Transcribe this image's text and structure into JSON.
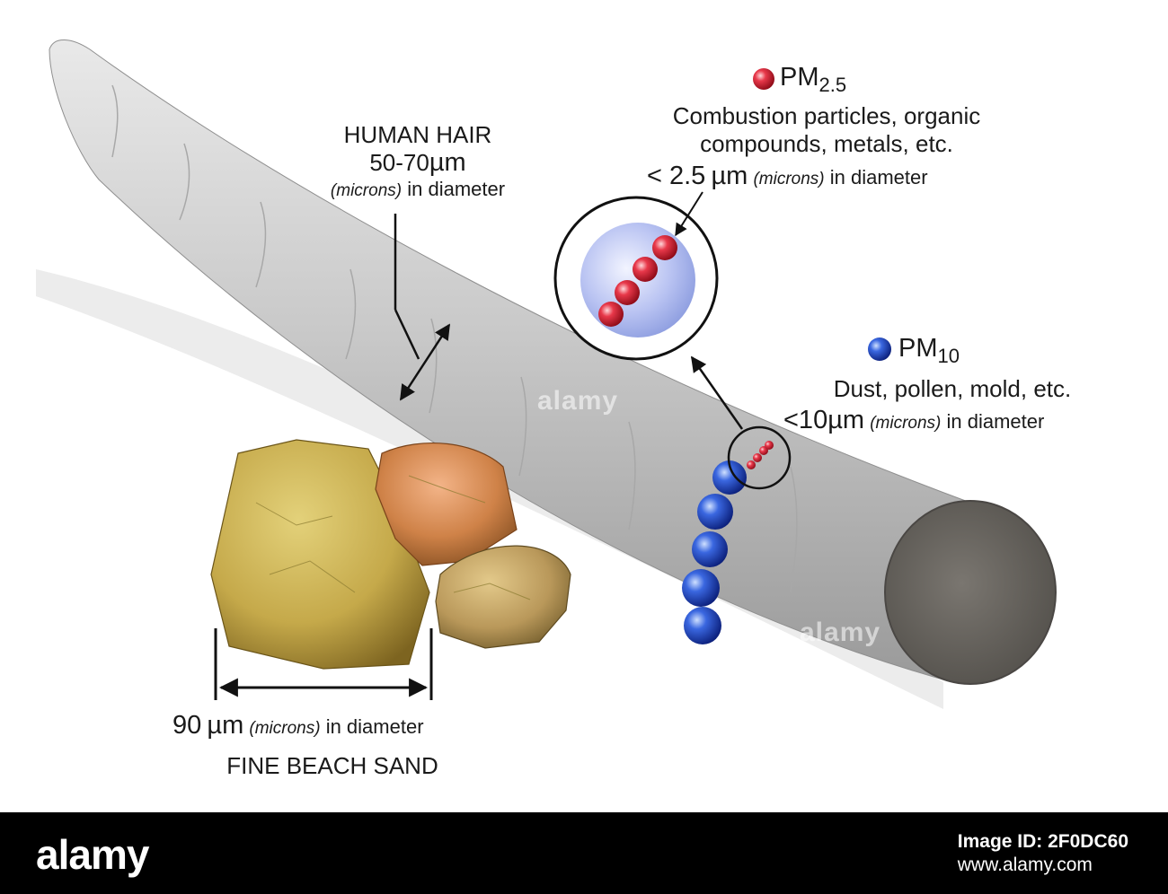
{
  "human_hair": {
    "title": "HUMAN HAIR",
    "size": "50-70",
    "unit": "µm",
    "microns": "(microns)",
    "diameter": "in diameter"
  },
  "pm25": {
    "label": "PM",
    "subscript": "2.5",
    "line1": "Combustion particles, organic",
    "line2": "compounds, metals, etc.",
    "size": "< 2.5",
    "unit": "µm",
    "microns": "(microns)",
    "diameter": "in diameter",
    "color": "#d8182a"
  },
  "pm10": {
    "label": "PM",
    "subscript": "10",
    "line1": "Dust, pollen, mold, etc.",
    "size": "<10",
    "unit": "µm",
    "microns": "(microns)",
    "diameter": "in diameter",
    "color": "#2a4fd0"
  },
  "sand": {
    "size": "90",
    "unit": "µm",
    "microns": "(microns)",
    "diameter": "in diameter",
    "title": "FINE BEACH SAND"
  },
  "watermark": "alamy",
  "footer": {
    "logo": "alamy",
    "image_id": "Image ID: 2F0DC60",
    "url": "www.alamy.com"
  }
}
